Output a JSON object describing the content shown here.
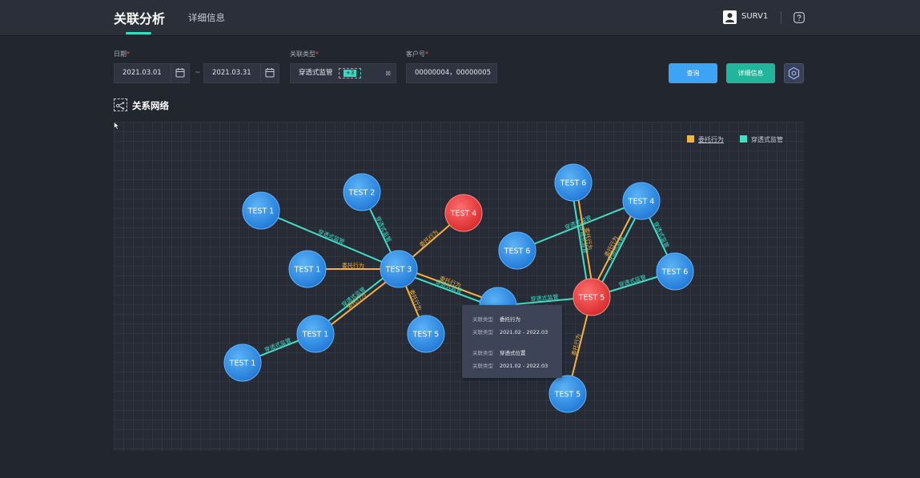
{
  "header": {
    "tab_main": "关联分析",
    "tab_detail": "详细信息",
    "user_name": "SURV1"
  },
  "filters": {
    "date_label": "日期",
    "required_mark": "*",
    "date_start": "2021.03.01",
    "date_separator": "~",
    "date_end": "2021.03.31",
    "type_label": "关联类型",
    "type_value": "穿透式监管",
    "type_more_tag": "+3",
    "customer_label": "客户号",
    "customer_value": "00000004，00000005",
    "query_button": "查询",
    "detail_button": "详细信息"
  },
  "section": {
    "title": "关系网络"
  },
  "legend": [
    {
      "label": "委托行为",
      "color": "#f5b342"
    },
    {
      "label": "穿透式监管",
      "color": "#3fe0c8"
    }
  ],
  "colors": {
    "accent": "#2de0c4",
    "orange": "#f5b342",
    "cyan": "#3fe0c8",
    "blue_node": "#2e8de6",
    "red_node": "#e83b3b"
  },
  "graph": {
    "nodes": [
      {
        "id": "n1",
        "label": "TEST 1",
        "color": "blue"
      },
      {
        "id": "n2",
        "label": "TEST 2",
        "color": "blue"
      },
      {
        "id": "n3",
        "label": "TEST 4",
        "color": "red"
      },
      {
        "id": "n4",
        "label": "TEST 1",
        "color": "blue"
      },
      {
        "id": "n5",
        "label": "TEST 3",
        "color": "blue"
      },
      {
        "id": "n6",
        "label": "TEST 1",
        "color": "blue"
      },
      {
        "id": "n7",
        "label": "TEST 1",
        "color": "blue"
      },
      {
        "id": "n8",
        "label": "TEST 5",
        "color": "blue"
      },
      {
        "id": "n9",
        "label": "",
        "color": "blue"
      },
      {
        "id": "n10",
        "label": "TEST 6",
        "color": "blue"
      },
      {
        "id": "n11",
        "label": "TEST 6",
        "color": "blue"
      },
      {
        "id": "n12",
        "label": "TEST 4",
        "color": "blue"
      },
      {
        "id": "n13",
        "label": "TEST 5",
        "color": "red"
      },
      {
        "id": "n14",
        "label": "TEST 6",
        "color": "blue"
      },
      {
        "id": "n15",
        "label": "TEST 5",
        "color": "blue"
      }
    ],
    "edges": [
      {
        "from": "n1",
        "to": "n5",
        "types": [
          "cyan"
        ],
        "labels": [
          "穿透式监管"
        ]
      },
      {
        "from": "n2",
        "to": "n5",
        "types": [
          "cyan"
        ],
        "labels": [
          "穿透式监管"
        ]
      },
      {
        "from": "n3",
        "to": "n5",
        "types": [
          "orange"
        ],
        "labels": [
          "委托行为"
        ]
      },
      {
        "from": "n4",
        "to": "n5",
        "types": [
          "orange"
        ],
        "labels": [
          "委托行为"
        ]
      },
      {
        "from": "n6",
        "to": "n5",
        "types": [
          "cyan",
          "orange"
        ],
        "labels": [
          "穿透式监管",
          "委托行为"
        ]
      },
      {
        "from": "n5",
        "to": "n8",
        "types": [
          "orange"
        ],
        "labels": [
          "委托行为"
        ]
      },
      {
        "from": "n7",
        "to": "n6",
        "types": [
          "cyan"
        ],
        "labels": [
          "穿透式监管"
        ]
      },
      {
        "from": "n5",
        "to": "n9",
        "types": [
          "orange",
          "cyan"
        ],
        "labels": [
          "委托行为",
          "穿透式监管"
        ]
      },
      {
        "from": "n9",
        "to": "n13",
        "types": [
          "cyan"
        ],
        "labels": [
          "穿透式监管"
        ]
      },
      {
        "from": "n10",
        "to": "n12",
        "types": [
          "cyan"
        ],
        "labels": [
          "穿透式监管"
        ]
      },
      {
        "from": "n11",
        "to": "n13",
        "types": [
          "orange",
          "cyan"
        ],
        "labels": [
          "委托行为",
          "穿透式监管"
        ]
      },
      {
        "from": "n12",
        "to": "n13",
        "types": [
          "cyan",
          "orange"
        ],
        "labels": [
          "穿透式监管",
          "委托行为"
        ]
      },
      {
        "from": "n12",
        "to": "n14",
        "types": [
          "cyan"
        ],
        "labels": [
          "穿透式监管"
        ]
      },
      {
        "from": "n14",
        "to": "n13",
        "types": [
          "cyan"
        ],
        "labels": [
          "穿透式监管"
        ]
      },
      {
        "from": "n13",
        "to": "n15",
        "types": [
          "orange"
        ],
        "labels": [
          "委托行为"
        ]
      }
    ]
  },
  "tooltip": {
    "rows": [
      {
        "key": "关联类型",
        "value": "委托行为"
      },
      {
        "key": "关联类型",
        "value": "2021.02 - 2022.03"
      },
      {
        "key": "关联类型",
        "value": "穿透式位置"
      },
      {
        "key": "关联类型",
        "value": "2021.02 - 2022.03"
      }
    ]
  }
}
